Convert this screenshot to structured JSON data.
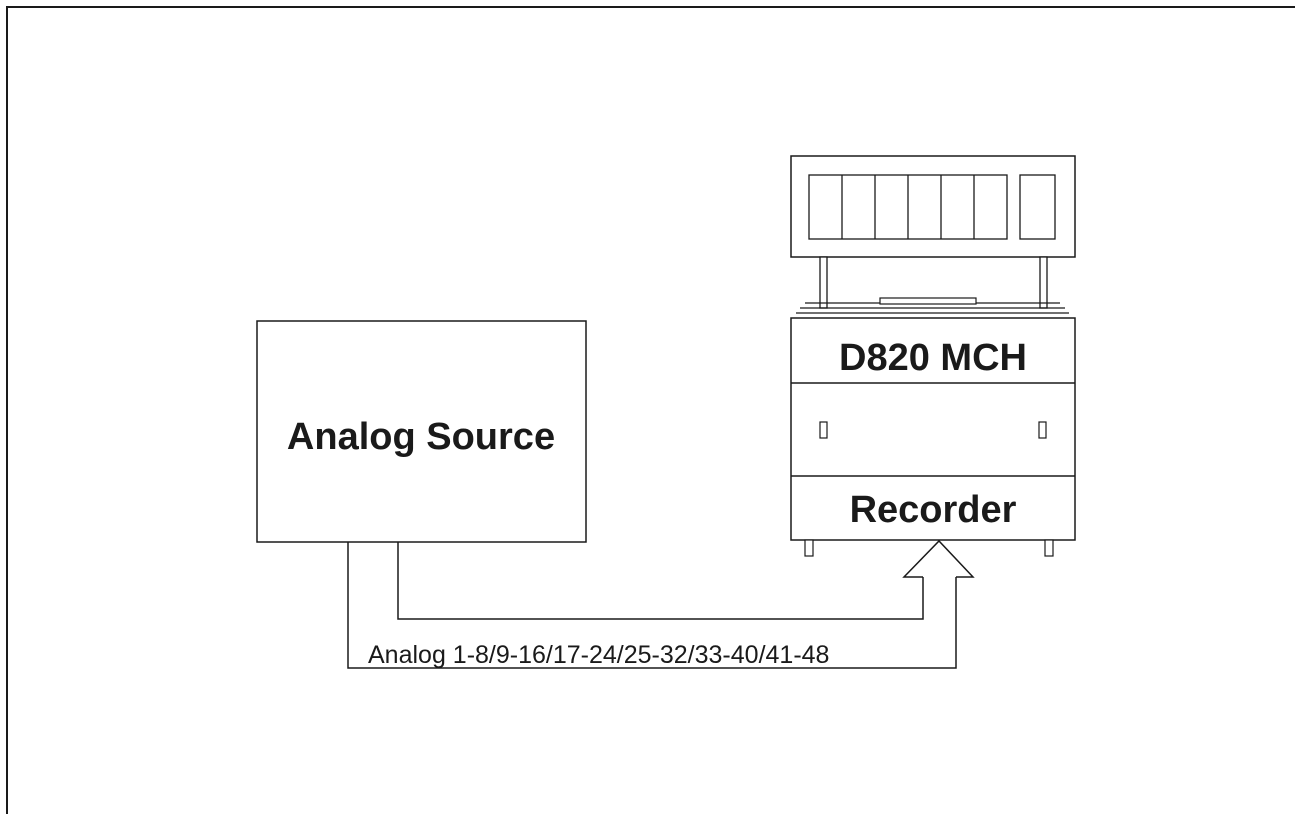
{
  "source": {
    "label": "Analog Source"
  },
  "recorder": {
    "model_label": "D820 MCH",
    "role_label": "Recorder"
  },
  "connection": {
    "label": "Analog 1-8/9-16/17-24/25-32/33-40/41-48"
  },
  "colors": {
    "line": "#1a1a1a",
    "background": "#ffffff"
  }
}
